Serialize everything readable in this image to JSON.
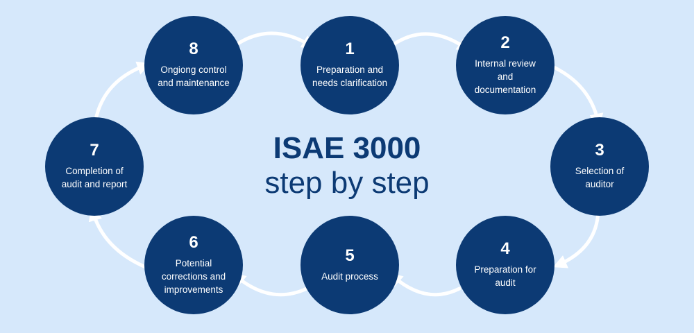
{
  "title": {
    "main": "ISAE 3000",
    "sub": "step by step"
  },
  "colors": {
    "background": "#d6e8fb",
    "circle": "#0c3a74",
    "arrow": "#ffffff",
    "text": "#ffffff",
    "title": "#0c3a74"
  },
  "steps": [
    {
      "number": "1",
      "label": "Preparation and needs clarification"
    },
    {
      "number": "2",
      "label": "Internal review and documentation"
    },
    {
      "number": "3",
      "label": "Selection of auditor"
    },
    {
      "number": "4",
      "label": "Preparation for audit"
    },
    {
      "number": "5",
      "label": "Audit process"
    },
    {
      "number": "6",
      "label": "Potential corrections and improvements"
    },
    {
      "number": "7",
      "label": "Completion of audit and report"
    },
    {
      "number": "8",
      "label": "Ongiong control and maintenance"
    }
  ]
}
